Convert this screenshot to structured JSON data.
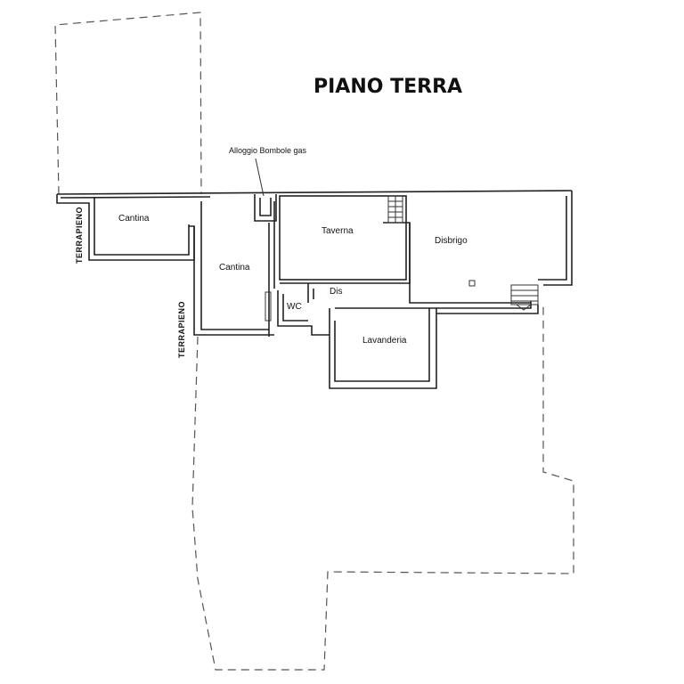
{
  "title": "PIANO TERRA",
  "annotations": {
    "gas": "Alloggio Bombole gas",
    "terrapieno_left": "TERRAPIENO",
    "terrapieno_mid": "TERRAPIENO"
  },
  "rooms": {
    "cantina_1": "Cantina",
    "cantina_2": "Cantina",
    "taverna": "Taverna",
    "disbrigo": "Disbrigo",
    "wc": "WC",
    "dis": "Dis",
    "lavanderia": "Lavanderia"
  }
}
